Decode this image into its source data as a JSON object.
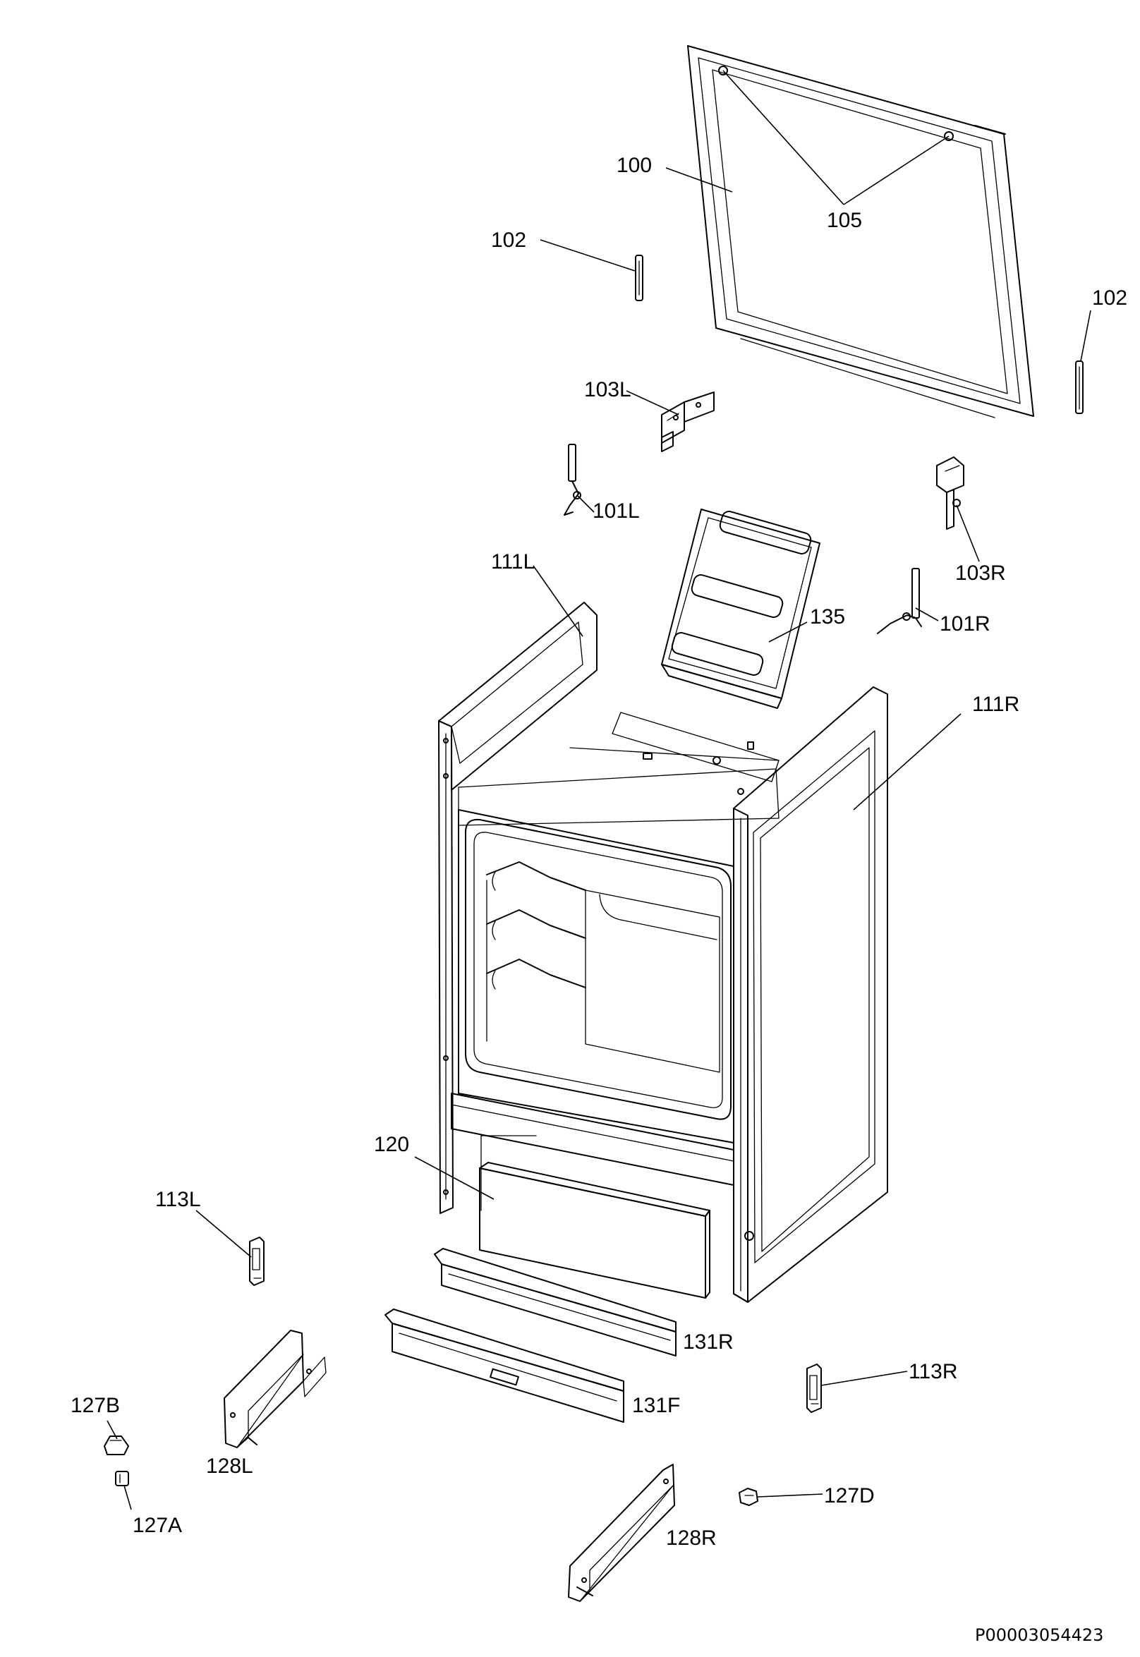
{
  "labels": {
    "p100": "100",
    "p105": "105",
    "p102_left": "102",
    "p102_right": "102",
    "p103L": "103L",
    "p101L": "101L",
    "p103R": "103R",
    "p111L": "111L",
    "p135": "135",
    "p101R": "101R",
    "p111R": "111R",
    "p120": "120",
    "p113L": "113L",
    "p131R": "131R",
    "p113R": "113R",
    "p127B": "127B",
    "p131F": "131F",
    "p128L": "128L",
    "p127D": "127D",
    "p127A": "127A",
    "p128R": "128R"
  },
  "document_id": "P00003054423"
}
